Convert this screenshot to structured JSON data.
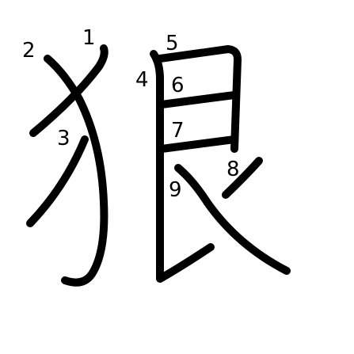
{
  "character": "狠",
  "stroke_color": "#000000",
  "background": "#ffffff",
  "strokes": [
    {
      "order": "1",
      "label": "1"
    },
    {
      "order": "2",
      "label": "2"
    },
    {
      "order": "3",
      "label": "3"
    },
    {
      "order": "4",
      "label": "4"
    },
    {
      "order": "5",
      "label": "5"
    },
    {
      "order": "6",
      "label": "6"
    },
    {
      "order": "7",
      "label": "7"
    },
    {
      "order": "8",
      "label": "8"
    },
    {
      "order": "9",
      "label": "9"
    }
  ]
}
